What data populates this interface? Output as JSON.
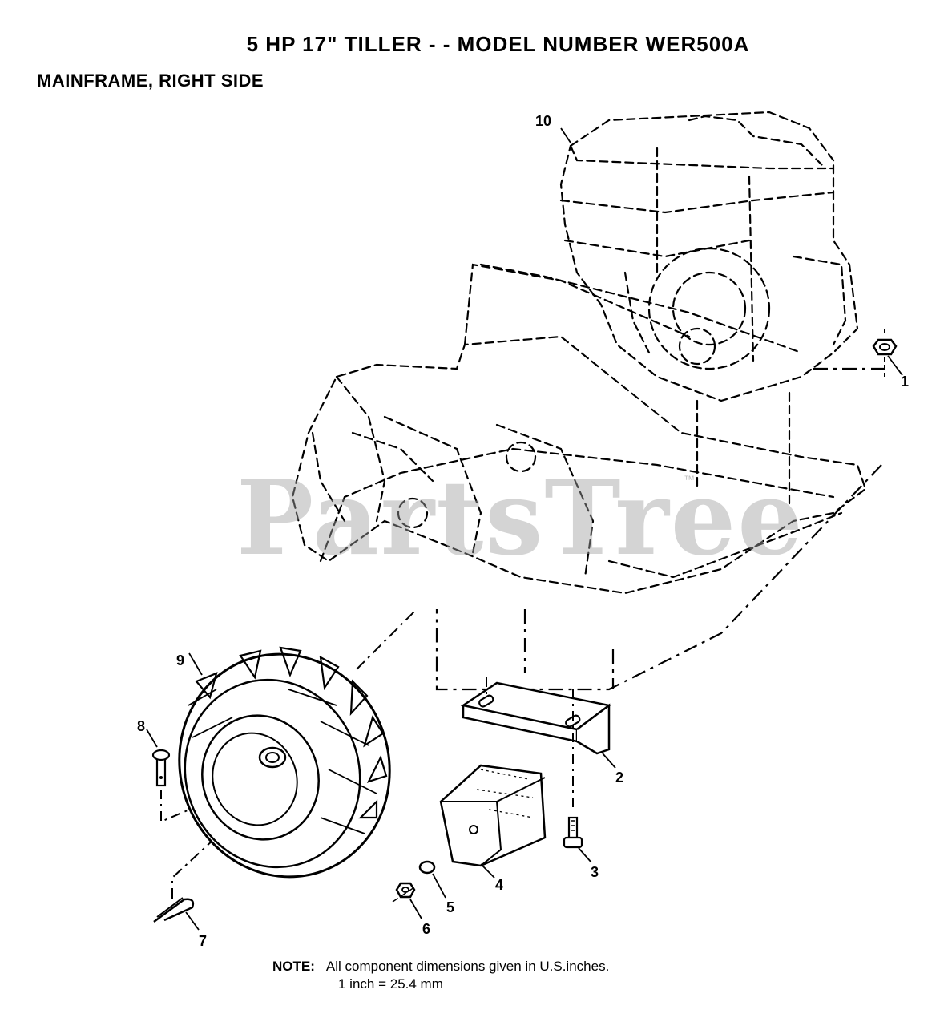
{
  "header": {
    "title": "5 HP  17\" TILLER - - MODEL NUMBER WER500A",
    "subtitle": "MAINFRAME, RIGHT SIDE"
  },
  "watermark": {
    "text": "PartsTree",
    "mark": "™"
  },
  "callouts": [
    "1",
    "2",
    "3",
    "4",
    "5",
    "6",
    "7",
    "8",
    "9",
    "10"
  ],
  "note": {
    "label": "NOTE:",
    "line1": "All component dimensions given in U.S.inches.",
    "line2": "1 inch = 25.4 mm"
  },
  "colors": {
    "ink": "#000000",
    "watermark": "#a0a0a0",
    "background": "#ffffff"
  }
}
